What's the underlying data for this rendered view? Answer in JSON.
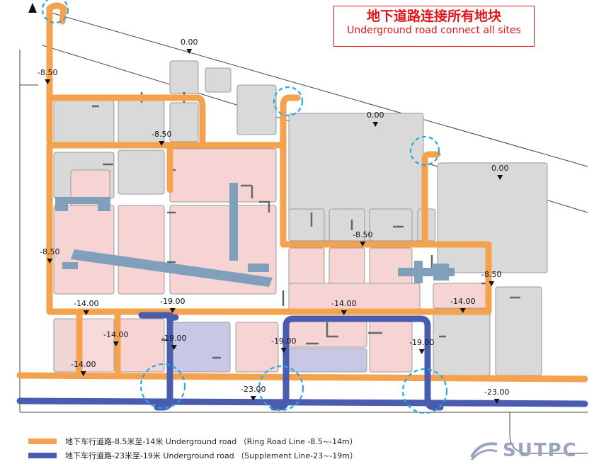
{
  "title": {
    "cn": "地下道路连接所有地块",
    "en": "Underground road connect all sites"
  },
  "elevations": [
    {
      "id": "e-top-1",
      "text": "0.00"
    },
    {
      "id": "e-top-2",
      "text": "0.00"
    },
    {
      "id": "e-top-3",
      "text": "0.00"
    },
    {
      "id": "e-nw",
      "text": "-8.50"
    },
    {
      "id": "e-mid-top",
      "text": "-8.50"
    },
    {
      "id": "e-west",
      "text": "-8.50"
    },
    {
      "id": "e-center-east",
      "text": "-8.50"
    },
    {
      "id": "e-east",
      "text": "-8.50"
    },
    {
      "id": "e-sw-1",
      "text": "-14.00"
    },
    {
      "id": "e-sw-2",
      "text": "-14.00"
    },
    {
      "id": "e-sw-3",
      "text": "-14.00"
    },
    {
      "id": "e-mid-s",
      "text": "-14.00"
    },
    {
      "id": "e-east-s",
      "text": "-14.00"
    },
    {
      "id": "e-19-a",
      "text": "-19.00"
    },
    {
      "id": "e-19-b",
      "text": "-19.00"
    },
    {
      "id": "e-19-c",
      "text": "-19.00"
    },
    {
      "id": "e-19-d",
      "text": "-19.00"
    },
    {
      "id": "e-23-a",
      "text": "-23.00"
    },
    {
      "id": "e-23-b",
      "text": "-23.00"
    }
  ],
  "legend": [
    {
      "text": "地下车行道路-8.5米至-14米 Underground road （Ring Road Line -8.5~-14m）",
      "color": "#f4a24e"
    },
    {
      "text": "地下车行道路-23米至-19米 Underground road （Supplement Line-23~-19m）",
      "color": "#4a5cb0"
    }
  ],
  "logo": {
    "text": "SUTPC"
  },
  "colors": {
    "ring_road": "#f4a24e",
    "supplement_road": "#4a5cb0",
    "block_gray": "#d9d9d9",
    "block_pink": "#f6d4d4",
    "block_blue": "#c8c8e6",
    "metro": "#7f9fbd",
    "connection_circle": "#29a8e0",
    "title_red": "#e0161b"
  }
}
